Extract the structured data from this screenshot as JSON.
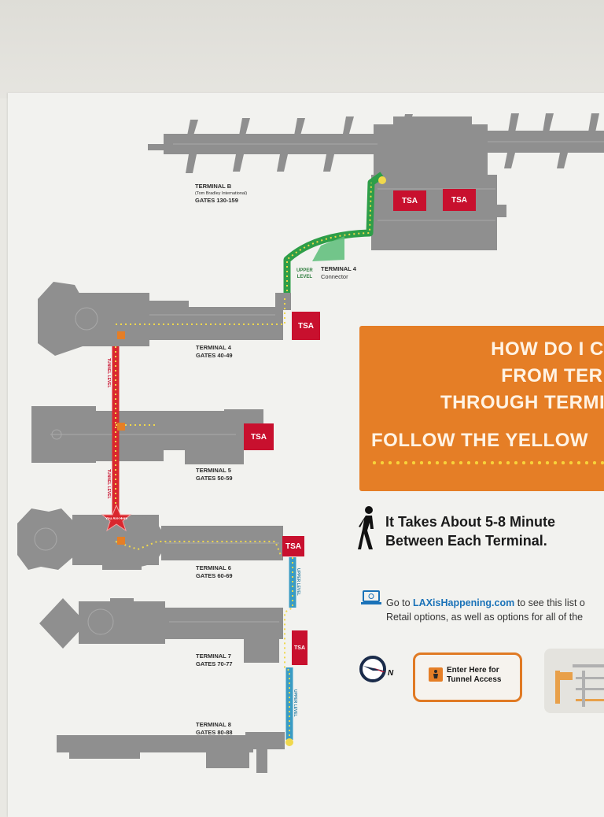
{
  "map": {
    "terminals": [
      {
        "id": "t-b",
        "name": "TERMINAL B",
        "subtitle": "(Tom Bradley International)",
        "gates": "GATES 130-159"
      },
      {
        "id": "t-4",
        "name": "TERMINAL 4",
        "gates": "GATES 40-49"
      },
      {
        "id": "t-5",
        "name": "TERMINAL 5",
        "gates": "GATES 50-59"
      },
      {
        "id": "t-6",
        "name": "TERMINAL 6",
        "gates": "GATES 60-69"
      },
      {
        "id": "t-7",
        "name": "TERMINAL 7",
        "gates": "GATES 70-77"
      },
      {
        "id": "t-8",
        "name": "TERMINAL 8",
        "gates": "GATES 80-88"
      }
    ],
    "connector": {
      "line1": "TERMINAL 4",
      "line2": "Connector"
    },
    "upper_level_green": {
      "line1": "UPPER",
      "line2": "LEVEL"
    },
    "tsa_label": "TSA",
    "tunnel_level": "TUNNEL LEVEL",
    "upper_level_vertical": "UPPER LEVEL",
    "you_are_here": "You Are Here",
    "colors": {
      "building": "#8f8f8f",
      "tsa_red": "#c8102e",
      "green_path": "#2e9e48",
      "green_fill": "#5cbd78",
      "tunnel_red": "#d9272e",
      "upper_blue": "#3a9cc4",
      "yellow_dots": "#f0d84c",
      "orange_panel": "#e57e26"
    }
  },
  "info": {
    "headline_lines": [
      "HOW DO I CO",
      "FROM TERM",
      "THROUGH TERMIN"
    ],
    "follow_text": "FOLLOW THE YELLOW",
    "walk_line1": "It Takes About 5-8 Minute",
    "walk_line2": "Between Each Terminal.",
    "go_prefix": "Go to ",
    "go_link": "LAXisHappening.com",
    "go_suffix": " to see this list o",
    "go_line2": "Retail options, as well as options for all of the",
    "compass_label": "N",
    "enter_line1": "Enter Here for",
    "enter_line2": "Tunnel Access",
    "icons": [
      "walking-person-icon",
      "laptop-icon",
      "compass-icon",
      "tunnel-access-icon"
    ]
  }
}
